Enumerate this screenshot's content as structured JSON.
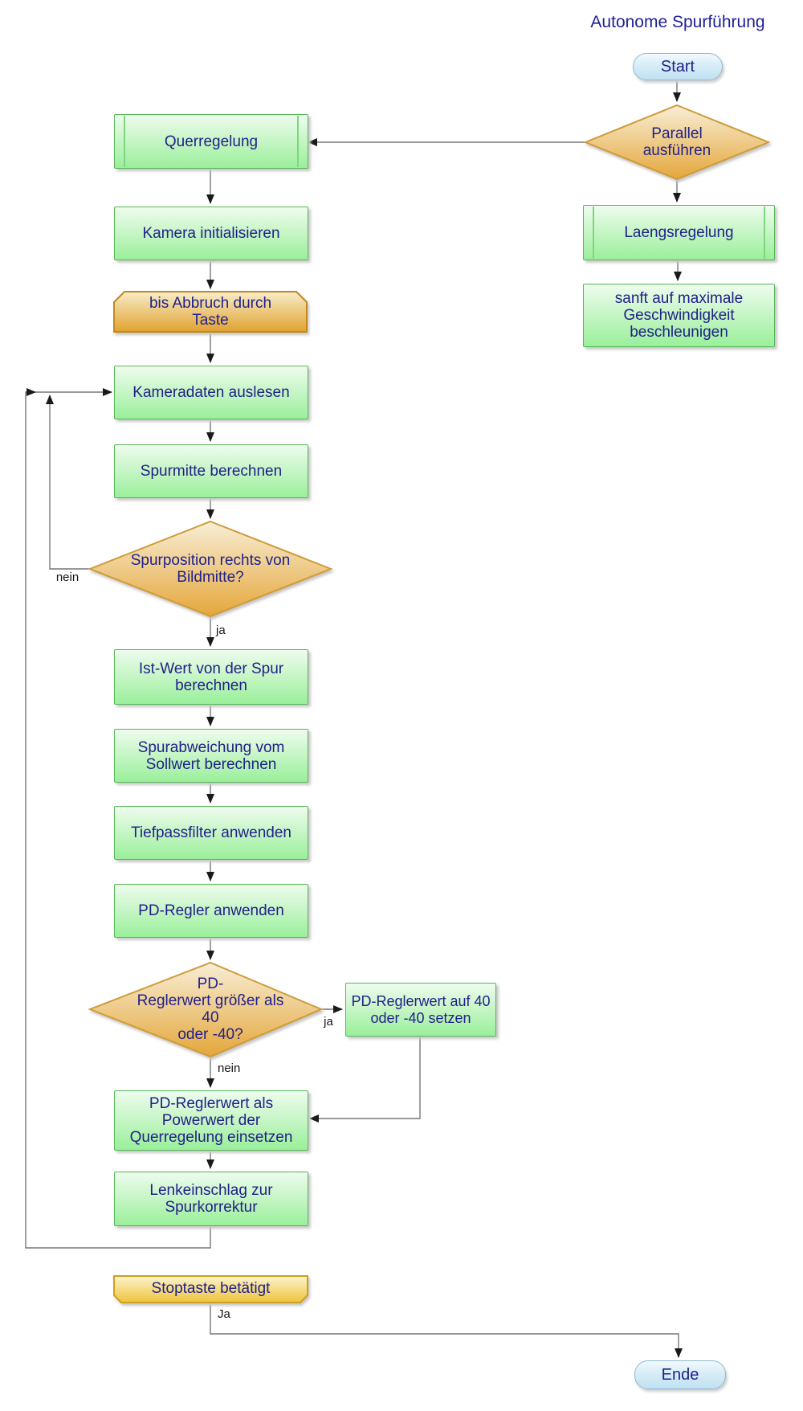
{
  "title": "Autonome Spurführung",
  "nodes": {
    "start": "Start",
    "parallel": "Parallel\nausführen",
    "querregelung": "Querregelung",
    "laengsregelung": "Laengsregelung",
    "kamera_init": "Kamera initialisieren",
    "sanft": "sanft auf maximale\nGeschwindigkeit\nbeschleunigen",
    "bis_abbruch": "bis Abbruch durch\nTaste",
    "kameradaten": "Kameradaten auslesen",
    "spurmitte": "Spurmitte berechnen",
    "spurposition": "Spurposition rechts von\nBildmitte?",
    "ist_wert": "Ist-Wert von der Spur\nberechnen",
    "spurabweichung": "Spurabweichung vom\nSollwert berechnen",
    "tiefpass": "Tiefpassfilter anwenden",
    "pd_regler": "PD-Regler anwenden",
    "pd_diamond": "PD-\nReglerwert größer als\n40\noder -40?",
    "pd_setzen": "PD-Reglerwert auf 40\noder -40 setzen",
    "pd_powerwert": "PD-Reglerwert als\nPowerwert der\nQuerregelung einsetzen",
    "lenkeinschlag": "Lenkeinschlag zur\nSpurkorrektur",
    "stoptaste": "Stoptaste betätigt",
    "ende": "Ende"
  },
  "edge_labels": {
    "spurposition_nein": "nein",
    "spurposition_ja": "ja",
    "pd_ja": "ja",
    "pd_nein": "nein",
    "stoptaste_ja": "Ja"
  },
  "colors": {
    "node_text": "#212189",
    "process_fill_bottom": "#9aef9a",
    "process_border": "#57b657",
    "decision_fill_bottom": "#e4a63a",
    "decision_border": "#cf9c38",
    "terminator_border": "#8fb9ce",
    "connector": "#777777",
    "arrowhead": "#1a1a1a"
  }
}
